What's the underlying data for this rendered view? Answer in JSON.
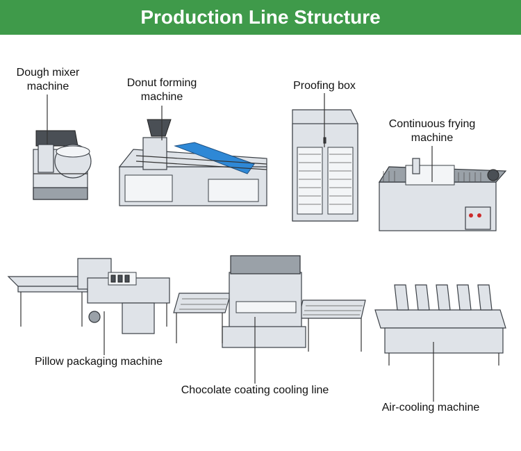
{
  "title": "Production Line Structure",
  "labels": {
    "dough_mixer": [
      "Dough mixer",
      "machine"
    ],
    "donut_forming": [
      "Donut forming",
      "machine"
    ],
    "proofing_box": "Proofing box",
    "continuous_frying": [
      "Continuous frying",
      "machine"
    ],
    "pillow_packaging": "Pillow packaging machine",
    "chocolate_coating": "Chocolate coating cooling line",
    "air_cooling": "Air-cooling machine"
  },
  "colors": {
    "banner": "#3f9a4a",
    "belt": "#2e88d6"
  }
}
